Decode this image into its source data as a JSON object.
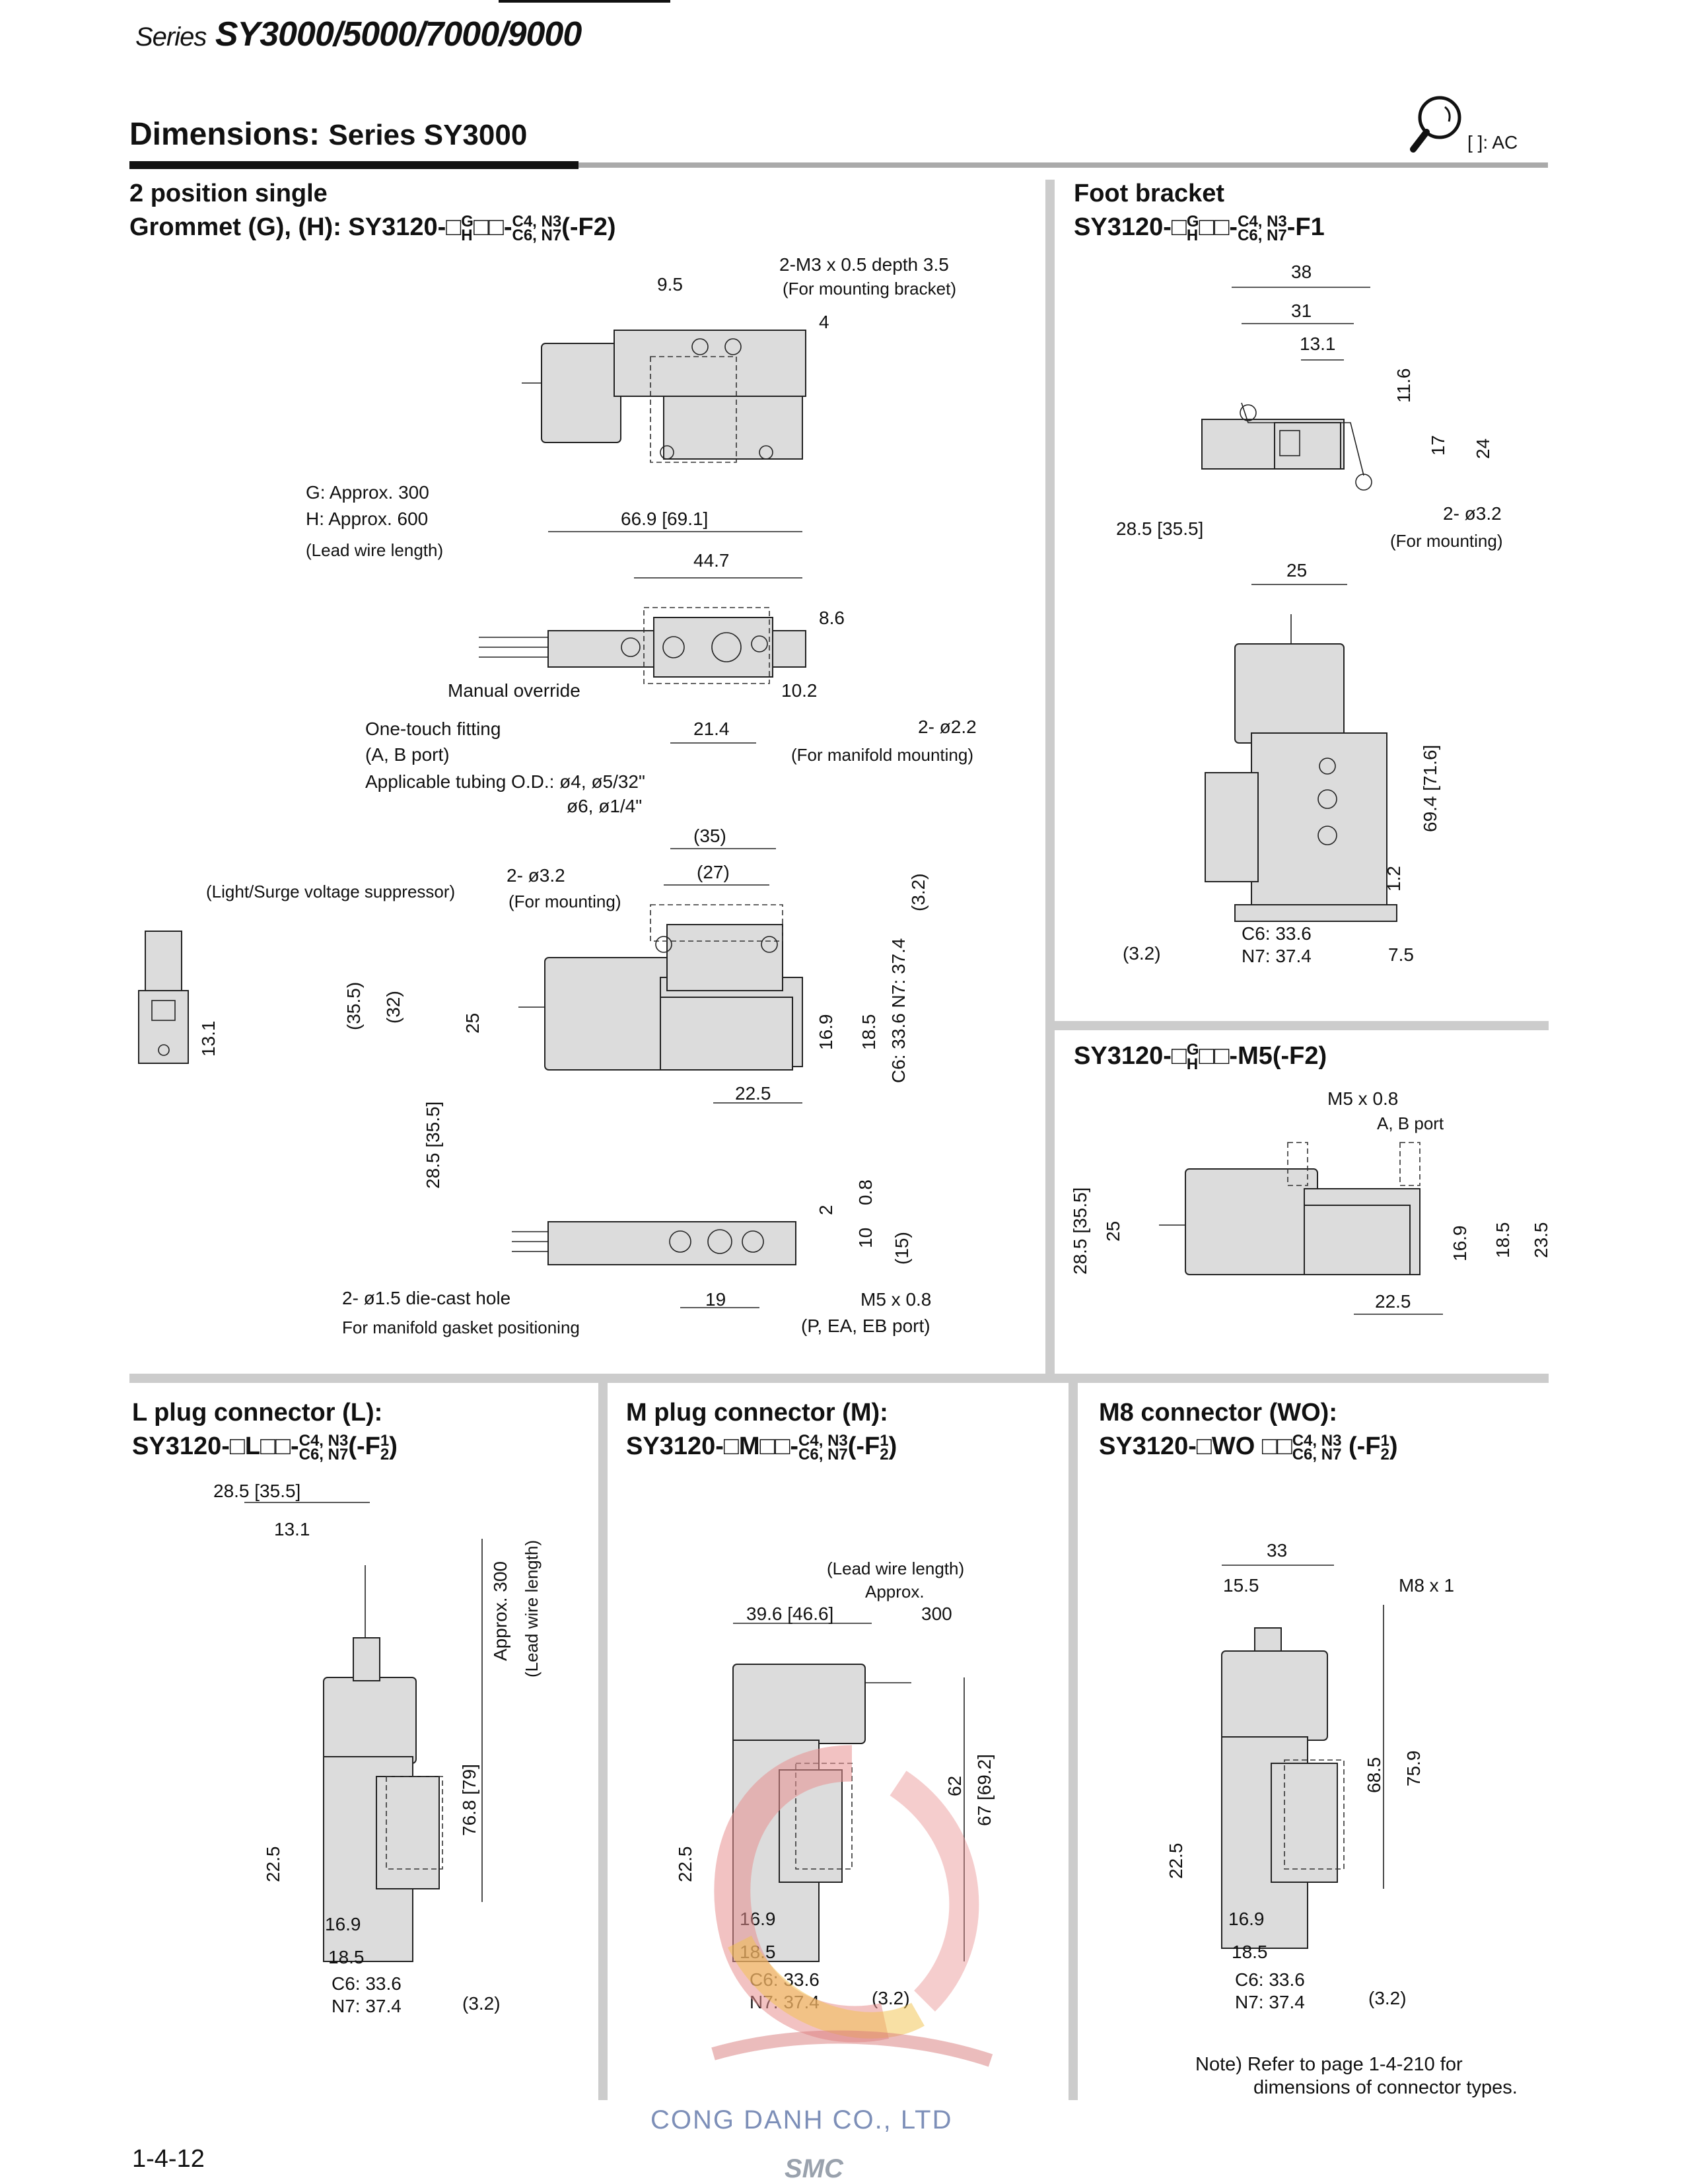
{
  "header": {
    "series_prefix": "Series",
    "series_models": "SY3000/5000/7000/9000",
    "section_title": "Dimensions:",
    "section_subtitle": "Series SY3000",
    "ac_note": "[  ]: AC"
  },
  "main_section": {
    "title_line1": "2 position single",
    "title_line2_prefix": "Grommet (G), (H): SY3120-□",
    "title_gh": [
      "G",
      "H"
    ],
    "title_mid": "□□-",
    "title_codes": [
      "C4, N3",
      "C6, N7"
    ],
    "title_suffix": "(-F2)",
    "labels": {
      "m3": "2-M3 x 0.5 depth 3.5",
      "m3_note": "(For mounting bracket)",
      "d9_5": "9.5",
      "d4": "4",
      "g_len": "G: Approx. 300",
      "h_len": "H: Approx. 600",
      "lead_len": "(Lead wire length)",
      "d66_9": "66.9 [69.1]",
      "d44_7": "44.7",
      "d8_6": "8.6",
      "manual": "Manual override",
      "d10_2": "10.2",
      "fitting": "One-touch fitting",
      "ab_port": "(A, B port)",
      "tubing1": "Applicable tubing O.D.: ø4, ø5/32\"",
      "tubing2": "ø6, ø1/4\"",
      "d21_4": "21.4",
      "d2_2": "2- ø2.2",
      "manifold_mount": "(For manifold mounting)",
      "d35p": "(35)",
      "d27p": "(27)",
      "d3_2a": "2- ø3.2",
      "for_mounting": "(For mounting)",
      "d3_2p": "(3.2)",
      "light": "(Light/Surge voltage suppressor)",
      "d35_5p": "(35.5)",
      "d32p": "(32)",
      "d25": "25",
      "d16_9": "16.9",
      "d18_5": "18.5",
      "c6n7": "C6: 33.6  N7: 37.4",
      "d13_1": "13.1",
      "d22_5": "22.5",
      "d28_5": "28.5 [35.5]",
      "d2": "2",
      "d0_8": "0.8",
      "d10": "10",
      "d15p": "(15)",
      "die_cast": "2- ø1.5 die-cast hole",
      "gasket": "For manifold gasket positioning",
      "d19": "19",
      "m5": "M5 x 0.8",
      "peaeb": "(P, EA, EB port)"
    }
  },
  "foot_bracket": {
    "title_line1": "Foot bracket",
    "title_line2_prefix": "SY3120-□",
    "title_gh": [
      "G",
      "H"
    ],
    "title_mid": "□□-",
    "title_codes": [
      "C4, N3",
      "C6, N7"
    ],
    "title_suffix": "-F1",
    "labels": {
      "d38": "38",
      "d31": "31",
      "d13_1": "13.1",
      "d11_6": "11.6",
      "d17": "17",
      "d24": "24",
      "d3_2": "2- ø3.2",
      "for_mounting": "(For mounting)",
      "d28_5": "28.5 [35.5]",
      "d25": "25",
      "d69_4": "69.4 [71.6]",
      "d1_2": "1.2",
      "d3_2p": "(3.2)",
      "c6": "C6: 33.6",
      "n7": "N7: 37.4",
      "d7_5": "7.5"
    }
  },
  "m5_section": {
    "title_prefix": "SY3120-□",
    "title_gh": [
      "G",
      "H"
    ],
    "title_suffix": "□□-M5(-F2)",
    "labels": {
      "m5": "M5 x 0.8",
      "ab": "A, B port",
      "d28_5": "28.5 [35.5]",
      "d25": "25",
      "d16_9": "16.9",
      "d18_5": "18.5",
      "d23_5": "23.5",
      "d22_5": "22.5"
    }
  },
  "l_plug": {
    "title_line1": "L plug connector (L):",
    "title_line2_prefix": "SY3120-□L□□-",
    "title_codes": [
      "C4, N3",
      "C6, N7"
    ],
    "title_suffix": "(-F",
    "title_frac": [
      "1",
      "2"
    ],
    "title_end": ")",
    "labels": {
      "d28_5": "28.5 [35.5]",
      "d13_1": "13.1",
      "approx": "Approx. 300",
      "lead": "(Lead wire length)",
      "d76_8": "76.8 [79]",
      "d22_5": "22.5",
      "d16_9": "16.9",
      "d18_5": "18.5",
      "c6": "C6: 33.6",
      "n7": "N7: 37.4",
      "d3_2p": "(3.2)"
    }
  },
  "m_plug": {
    "title_line1": "M plug connector (M):",
    "title_line2_prefix": "SY3120-□M□□-",
    "title_codes": [
      "C4, N3",
      "C6, N7"
    ],
    "title_suffix": "(-F",
    "title_frac": [
      "1",
      "2"
    ],
    "title_end": ")",
    "labels": {
      "lead": "(Lead wire length)",
      "approx": "Approx.",
      "d39_6": "39.6 [46.6]",
      "d300": "300",
      "d62": "62",
      "d67": "67 [69.2]",
      "d22_5": "22.5",
      "d16_9": "16.9",
      "d18_5": "18.5",
      "c6": "C6: 33.6",
      "n7": "N7: 37.4",
      "d3_2p": "(3.2)"
    }
  },
  "m8": {
    "title_line1": "M8 connector (WO):",
    "title_line2_prefix": "SY3120-□WO □□",
    "title_codes": [
      "C4, N3",
      "C6, N7"
    ],
    "title_suffix": " (-F",
    "title_frac": [
      "1",
      "2"
    ],
    "title_end": ")",
    "labels": {
      "d33": "33",
      "d15_5": "15.5",
      "m8": "M8 x 1",
      "d68_5": "68.5",
      "d75_9": "75.9",
      "d22_5": "22.5",
      "d16_9": "16.9",
      "d18_5": "18.5",
      "c6": "C6: 33.6",
      "n7": "N7: 37.4",
      "d3_2p": "(3.2)"
    },
    "note_line1": "Note) Refer to page 1-4-210 for",
    "note_line2": "dimensions of connector types."
  },
  "footer": {
    "page_number": "1-4-12",
    "watermark": "CONG DANH CO., LTD",
    "brand": "SMC"
  }
}
